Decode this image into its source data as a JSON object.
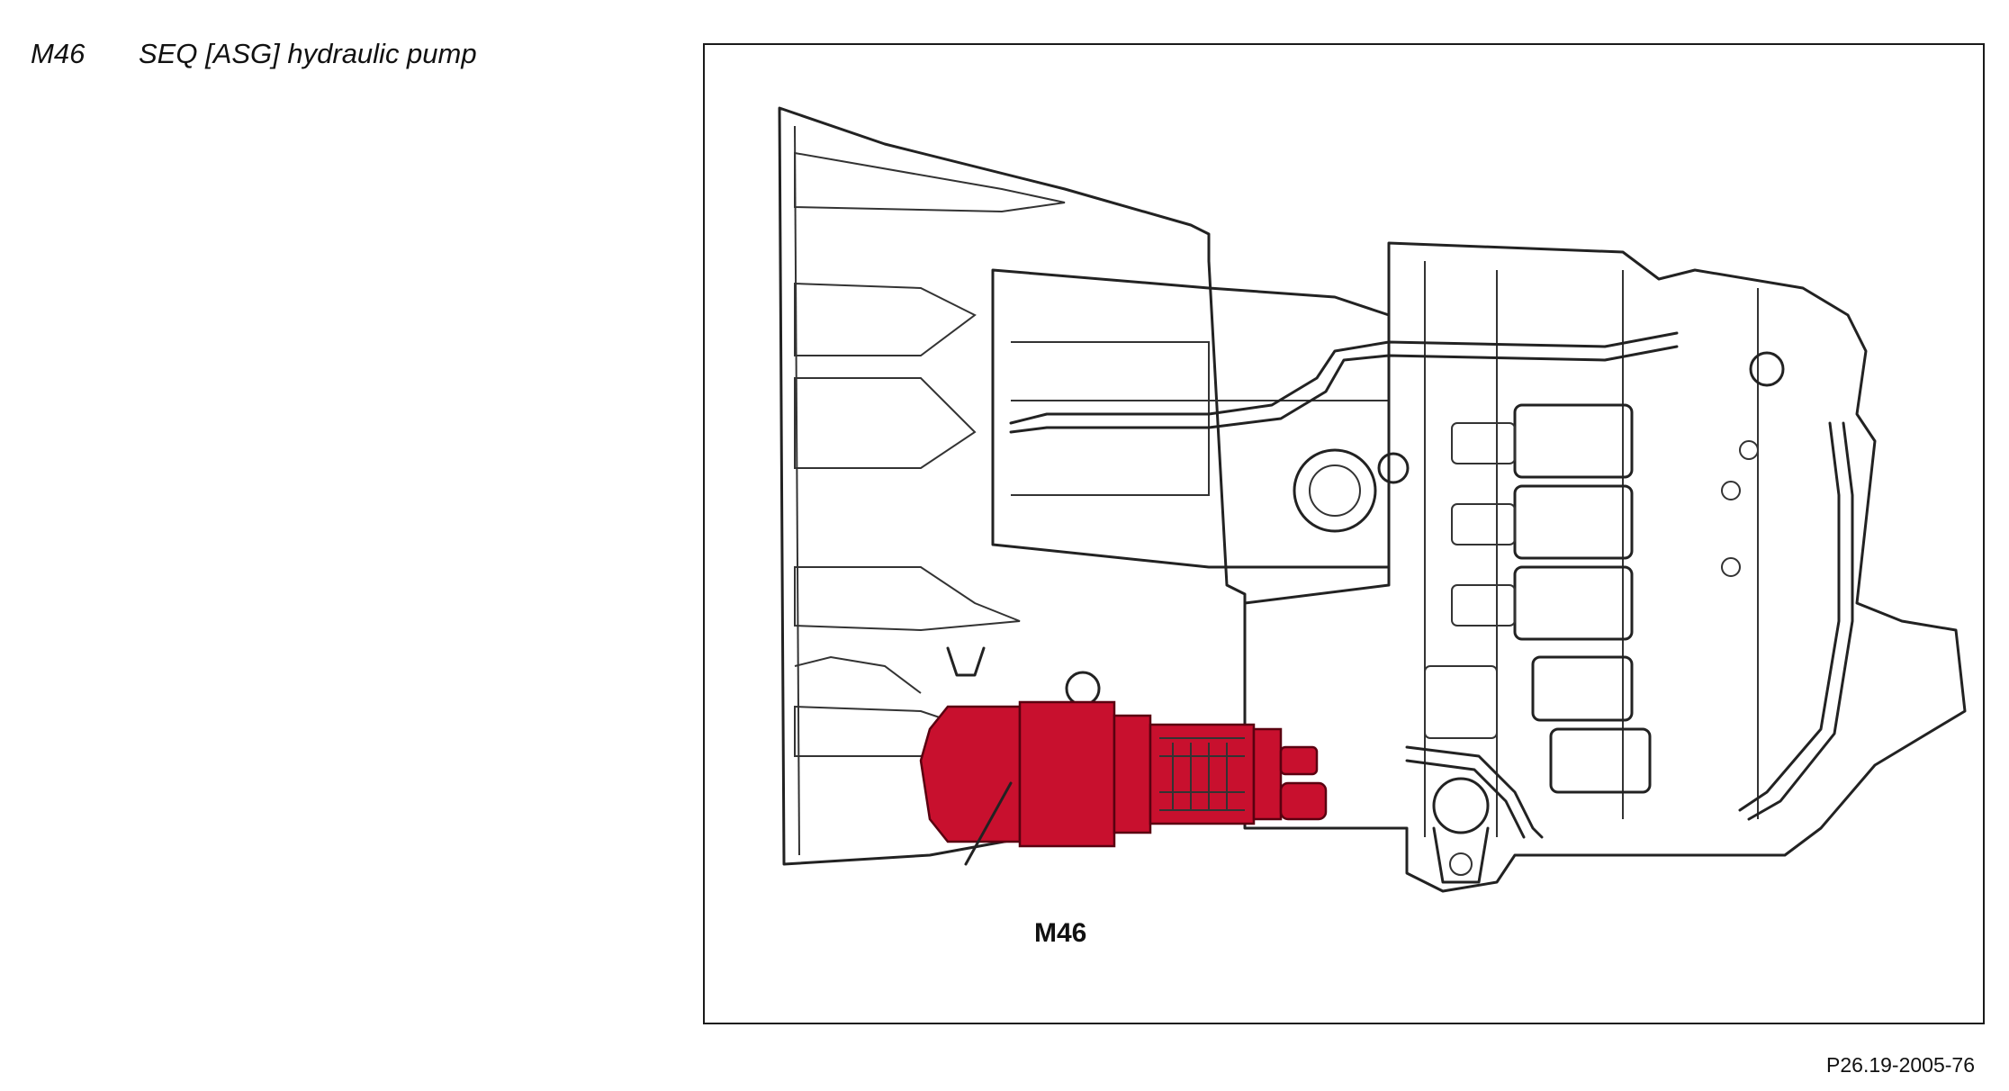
{
  "heading": {
    "code": "M46",
    "title": "SEQ [ASG] hydraulic pump"
  },
  "diagram": {
    "callout_label": "M46",
    "figure_ref": "P26.19-2005-76"
  },
  "colors": {
    "highlight": "#c8102e",
    "line": "#222222"
  }
}
